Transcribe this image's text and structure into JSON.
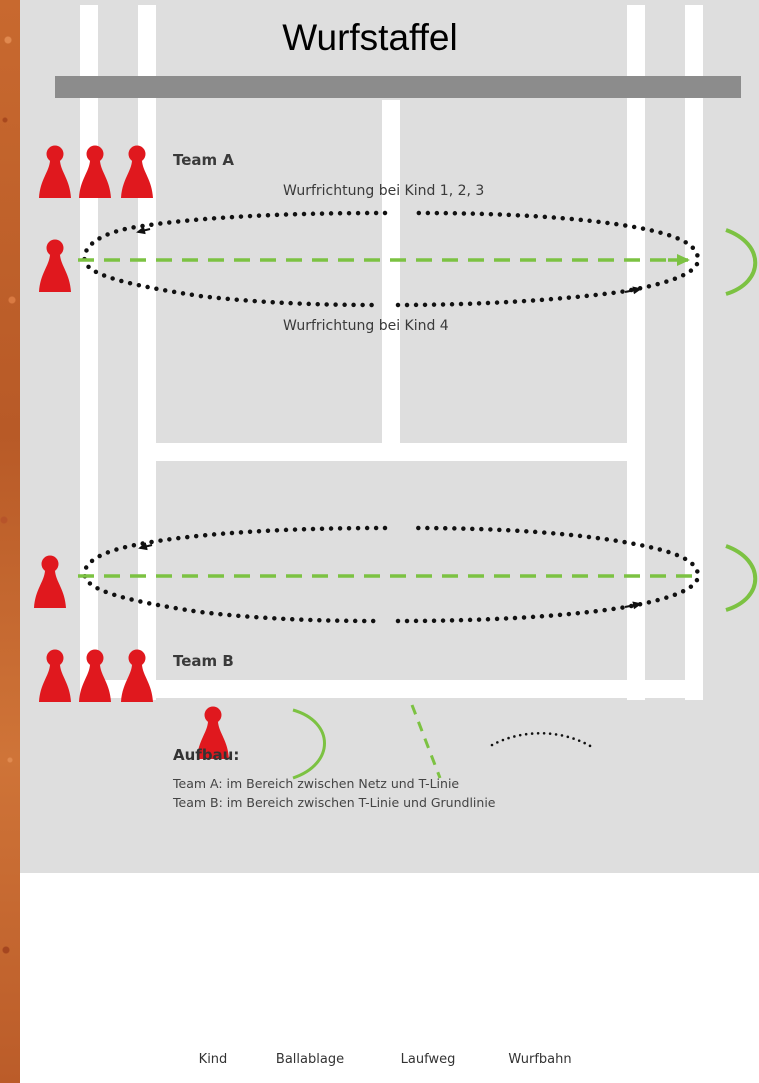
{
  "title": "Wurfstaffel",
  "team_a_label": "Team A",
  "team_b_label": "Team B",
  "throw_dir_top": "Wurfrichtung bei Kind 1, 2, 3",
  "throw_dir_bottom": "Wurfrichtung bei Kind 4",
  "aufbau": {
    "heading": "Aufbau:",
    "line1": "Team A: im Bereich zwischen Netz und T-Linie",
    "line2": "Team B: im Bereich zwischen T-Linie und Grundlinie"
  },
  "legend": {
    "kind": "Kind",
    "ballablage": "Ballablage",
    "laufweg": "Laufweg",
    "wurfbahn": "Wurfbahn"
  },
  "colors": {
    "figure": "#e0181e",
    "laufweg": "#7cc242",
    "ballablage": "#7cc242",
    "wurfbahn": "#111111",
    "net": "#8c8c8c",
    "court_lines": "#ffffff",
    "court": "#dedede"
  },
  "icons": {
    "figure": "player-figure-icon",
    "ballablage": "ball-tray-icon",
    "laufweg": "dashed-path-icon",
    "wurfbahn": "dotted-arc-icon"
  }
}
